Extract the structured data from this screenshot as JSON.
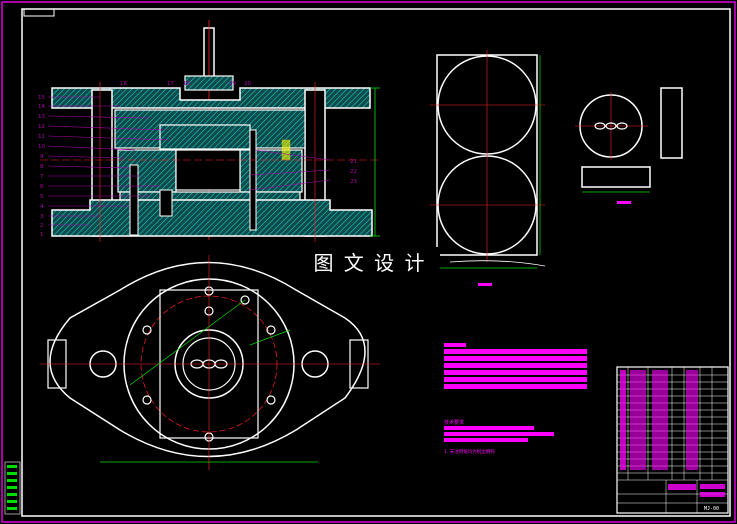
{
  "watermark": "图 文 设 计",
  "part_numbers": [
    "15",
    "14",
    "13",
    "12",
    "11",
    "10",
    "9",
    "8",
    "7",
    "6",
    "5",
    "4",
    "3",
    "2",
    "1"
  ],
  "part_numbers_top": [
    "16",
    "17",
    "18",
    "19",
    "20"
  ],
  "part_numbers_right": [
    "21",
    "22",
    "23"
  ],
  "notes_heading": "技术要求",
  "notes_footer": "1. 未注倒角均为锐边倒钝",
  "title_block_code": "MJ-00",
  "colors": {
    "outline": "#ffffff",
    "centerline": "#ff2020",
    "dimension": "#00e000",
    "leader": "#b000b0",
    "highlight": "#ff00ff",
    "hatch": "#00b0b0",
    "border": "#e000e0"
  }
}
